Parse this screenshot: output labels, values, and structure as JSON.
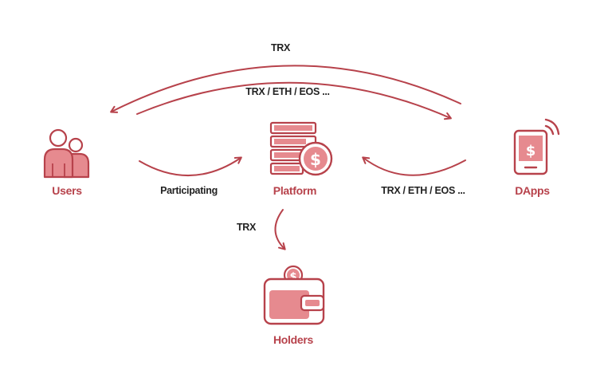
{
  "colors": {
    "accent": "#b7424b",
    "accent_fill": "#e68a8f",
    "text": "#222222",
    "background": "#ffffff"
  },
  "nodes": {
    "users": {
      "label": "Users",
      "icon": "users-icon"
    },
    "platform": {
      "label": "Platform",
      "icon": "coin-stack-icon"
    },
    "dapps": {
      "label": "DApps",
      "icon": "mobile-payment-icon"
    },
    "holders": {
      "label": "Holders",
      "icon": "wallet-coin-icon"
    }
  },
  "edges": {
    "dapps_to_users": "TRX",
    "users_to_dapps": "TRX / ETH / EOS ...",
    "users_to_platform": "Participating",
    "dapps_to_platform": "TRX / ETH / EOS ...",
    "platform_to_holders": "TRX"
  }
}
